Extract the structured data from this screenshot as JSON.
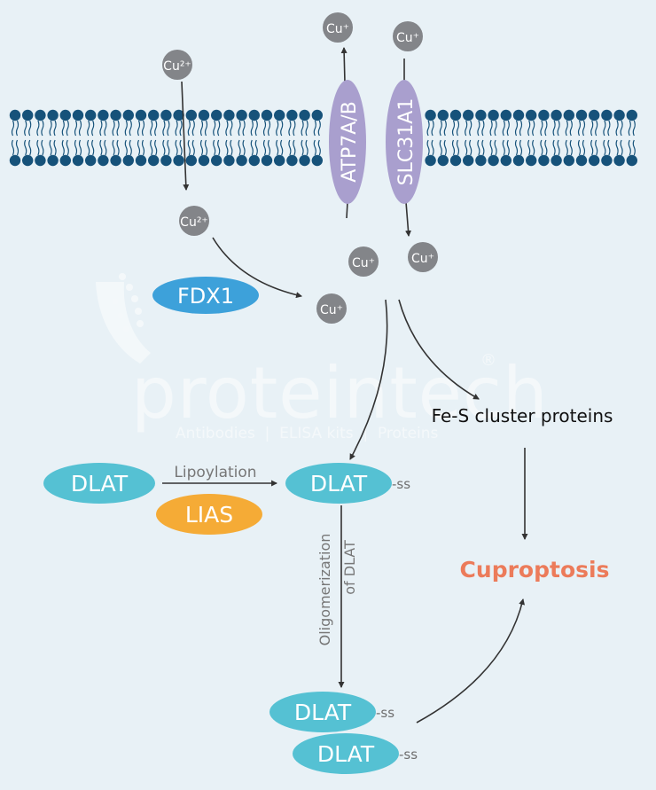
{
  "watermark": {
    "brand": "proteintech",
    "registered": "®",
    "tagline": "Antibodies  |  ELISA kits  |  Proteins"
  },
  "ions": {
    "cu2_outside": "Cu²⁺",
    "cu2_inside": "Cu²⁺",
    "cu1_exported": "Cu⁺",
    "cu1_import_top": "Cu⁺",
    "cu1_center": "Cu⁺",
    "cu1_slc_out": "Cu⁺",
    "cu1_fdx_product": "Cu⁺"
  },
  "transporters": {
    "atp7": "ATP7A/B",
    "slc31a1": "SLC31A1"
  },
  "proteins": {
    "fdx1": "FDX1",
    "dlat_left": "DLAT",
    "dlat_lipoylated": "DLAT",
    "dlat_oligo_top": "DLAT",
    "dlat_oligo_bottom": "DLAT",
    "lias": "LIAS",
    "ss_1": "-ss",
    "ss_2": "-ss",
    "ss_3": "-ss"
  },
  "labels": {
    "lipoylation": "Lipoylation",
    "oligomerization_line1": "Oligomerization",
    "oligomerization_line2": "of DLAT",
    "fes": "Fe-S cluster proteins",
    "cuproptosis": "Cuproptosis"
  },
  "colors": {
    "background": "#e8f1f6",
    "membrane": "#16527a",
    "transporter": "#a99fce",
    "ion": "#838589",
    "fdx1": "#3da1da",
    "dlat": "#55c1d3",
    "lias": "#f5ab36",
    "cuproptosis": "#ec7b5a",
    "arrow": "#333333",
    "ss_text": "#6f6f6f"
  }
}
